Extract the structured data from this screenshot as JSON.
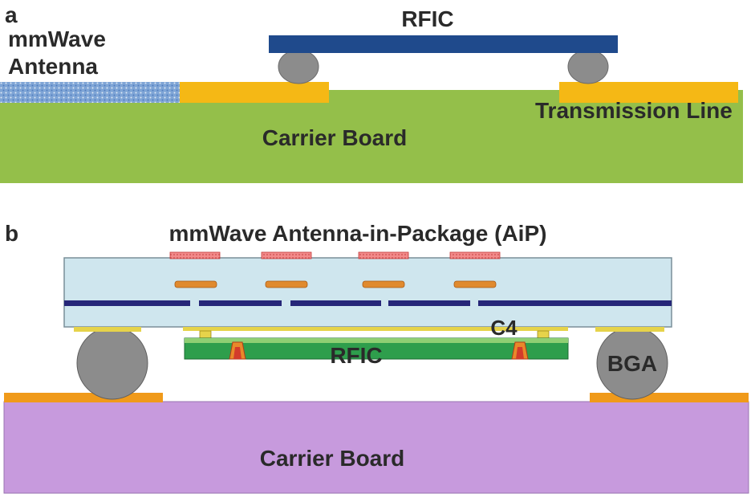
{
  "panel_a": {
    "panel_letter": "a",
    "rfic_label": "RFIC",
    "antenna_label_line1": "mmWave",
    "antenna_label_line2": "Antenna",
    "transmission_line_label": "Transmission Line",
    "carrier_board_label": "Carrier Board"
  },
  "panel_b": {
    "panel_letter": "b",
    "aip_label": "mmWave Antenna-in-Package (AiP)",
    "c4_label": "C4",
    "rfic_label": "RFIC",
    "bga_label": "BGA",
    "carrier_board_label": "Carrier Board"
  },
  "colors": {
    "rfic_a": "#1f4a8c",
    "bump": "#8c8c8c",
    "transmission_line": "#f5b815",
    "carrier_board_a": "#94bf4a",
    "antenna": "#7fa5d6",
    "package": "#cfe6ee",
    "ground_plane": "#262678",
    "antenna_patch": "#e8622a",
    "rfic_b": "#2e9e4c",
    "carrier_board_b": "#c79add",
    "pad": "#f09a1a"
  }
}
